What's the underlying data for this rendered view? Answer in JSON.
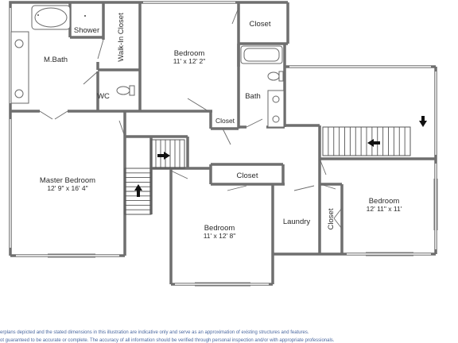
{
  "rooms": {
    "m_bath": "M.Bath",
    "shower": "Shower",
    "walk_in_closet": "Walk-In Closet",
    "wc": "WC",
    "bedroom_top": "Bedroom",
    "bedroom_top_dim": "11' x 12' 2\"",
    "closet_top_right": "Closet",
    "bath": "Bath",
    "closet_small": "Closet",
    "master_bedroom": "Master Bedroom",
    "master_bedroom_dim": "12' 9\" x 16' 4\"",
    "closet_mid": "Closet",
    "bedroom_mid": "Bedroom",
    "bedroom_mid_dim": "11' x 12' 8\"",
    "laundry": "Laundry",
    "closet_vertical": "Closet",
    "bedroom_right": "Bedroom",
    "bedroom_right_dim": "12' 11\" x 11'"
  },
  "disclaimer": {
    "line1": "erplans depicted and the stated dimensions in this illustration are indicative only and serve as an approximation of existing structures and features.",
    "line2": "ot guaranteed to be accurate or complete. The accuracy of all information should be verified through personal inspection and/or with appropriate professionals."
  }
}
